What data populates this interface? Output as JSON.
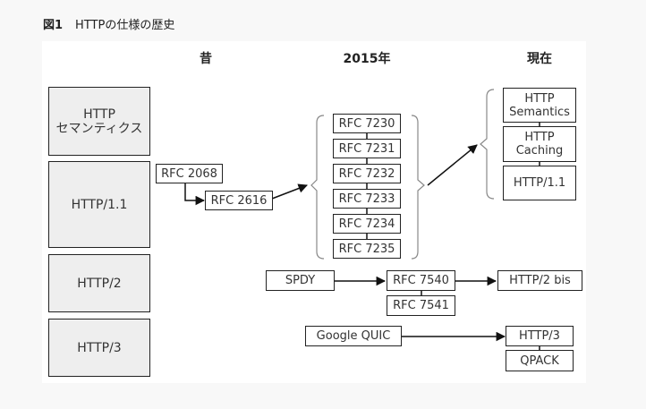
{
  "figure": {
    "label": "図1",
    "title": "HTTPの仕様の歴史"
  },
  "columns": {
    "past": "昔",
    "year_2015": "2015年",
    "present": "現在"
  },
  "categories": {
    "semantics": [
      "HTTP",
      "セマンティクス"
    ],
    "http11": "HTTP/1.1",
    "http2": "HTTP/2",
    "http3": "HTTP/3"
  },
  "nodes": {
    "rfc2068": "RFC 2068",
    "rfc2616": "RFC 2616",
    "rfc723x": [
      "RFC 7230",
      "RFC 7231",
      "RFC 7232",
      "RFC 7233",
      "RFC 7234",
      "RFC 7235"
    ],
    "present_http11": {
      "semantics": [
        "HTTP",
        "Semantics"
      ],
      "caching": [
        "HTTP",
        "Caching"
      ],
      "http11": "HTTP/1.1"
    },
    "spdy": "SPDY",
    "rfc7540": "RFC 7540",
    "rfc7541": "RFC 7541",
    "http2bis": "HTTP/2 bis",
    "google_quic": "Google QUIC",
    "http3": "HTTP/3",
    "qpack": "QPACK"
  },
  "edges": [
    {
      "from": "RFC 2068",
      "to": "RFC 2616"
    },
    {
      "from": "RFC 2616",
      "to": "RFC 7230-7235"
    },
    {
      "from": "RFC 7230-7235",
      "to": "HTTP Semantics / HTTP Caching / HTTP/1.1"
    },
    {
      "from": "SPDY",
      "to": "RFC 7540"
    },
    {
      "from": "RFC 7540",
      "to": "HTTP/2 bis"
    },
    {
      "from": "Google QUIC",
      "to": "HTTP/3"
    }
  ]
}
